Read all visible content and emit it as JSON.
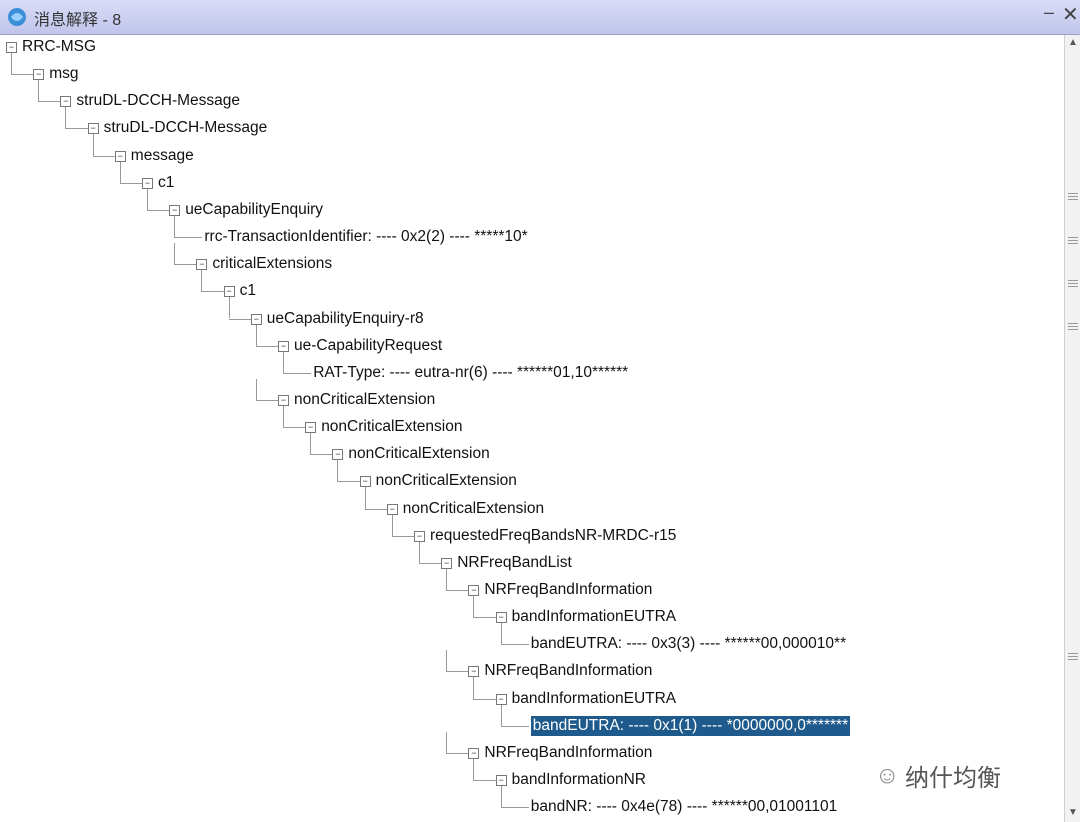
{
  "window": {
    "title": "消息解释 - 8",
    "minimize": "–",
    "close": "✕"
  },
  "tree": [
    {
      "label": "RRC-MSG",
      "depth": 0,
      "type": "node"
    },
    {
      "label": "msg",
      "depth": 1,
      "type": "node"
    },
    {
      "label": "struDL-DCCH-Message",
      "depth": 2,
      "type": "node"
    },
    {
      "label": "struDL-DCCH-Message",
      "depth": 3,
      "type": "node"
    },
    {
      "label": "message",
      "depth": 4,
      "type": "node"
    },
    {
      "label": "c1",
      "depth": 5,
      "type": "node"
    },
    {
      "label": "ueCapabilityEnquiry",
      "depth": 6,
      "type": "node"
    },
    {
      "label": "rrc-TransactionIdentifier: ---- 0x2(2) ---- *****10*",
      "depth": 7,
      "type": "leaf"
    },
    {
      "label": "criticalExtensions",
      "depth": 7,
      "type": "node"
    },
    {
      "label": "c1",
      "depth": 8,
      "type": "node"
    },
    {
      "label": "ueCapabilityEnquiry-r8",
      "depth": 9,
      "type": "node"
    },
    {
      "label": "ue-CapabilityRequest",
      "depth": 10,
      "type": "node"
    },
    {
      "label": "RAT-Type: ---- eutra-nr(6) ---- ******01,10******",
      "depth": 11,
      "type": "leaf"
    },
    {
      "label": "nonCriticalExtension",
      "depth": 10,
      "type": "node"
    },
    {
      "label": "nonCriticalExtension",
      "depth": 11,
      "type": "node"
    },
    {
      "label": "nonCriticalExtension",
      "depth": 12,
      "type": "node"
    },
    {
      "label": "nonCriticalExtension",
      "depth": 13,
      "type": "node"
    },
    {
      "label": "nonCriticalExtension",
      "depth": 14,
      "type": "node"
    },
    {
      "label": "requestedFreqBandsNR-MRDC-r15",
      "depth": 15,
      "type": "node"
    },
    {
      "label": "NRFreqBandList",
      "depth": 16,
      "type": "node"
    },
    {
      "label": "NRFreqBandInformation",
      "depth": 17,
      "type": "node"
    },
    {
      "label": "bandInformationEUTRA",
      "depth": 18,
      "type": "node"
    },
    {
      "label": "bandEUTRA: ---- 0x3(3) ---- ******00,000010**",
      "depth": 19,
      "type": "leaf"
    },
    {
      "label": "NRFreqBandInformation",
      "depth": 17,
      "type": "node"
    },
    {
      "label": "bandInformationEUTRA",
      "depth": 18,
      "type": "node"
    },
    {
      "label": "bandEUTRA: ---- 0x1(1) ---- *0000000,0*******",
      "depth": 19,
      "type": "leaf",
      "selected": true
    },
    {
      "label": "NRFreqBandInformation",
      "depth": 17,
      "type": "node"
    },
    {
      "label": "bandInformationNR",
      "depth": 18,
      "type": "node"
    },
    {
      "label": "bandNR: ---- 0x4e(78) ---- ******00,01001101",
      "depth": 19,
      "type": "leaf"
    }
  ],
  "scrollbar": {
    "up": "▲",
    "down": "▼"
  },
  "watermark": {
    "icon": "wechat-icon",
    "text": "纳什均衡"
  },
  "colors": {
    "selection": "#1e5a8c",
    "titlebar": "#c8cbef"
  }
}
